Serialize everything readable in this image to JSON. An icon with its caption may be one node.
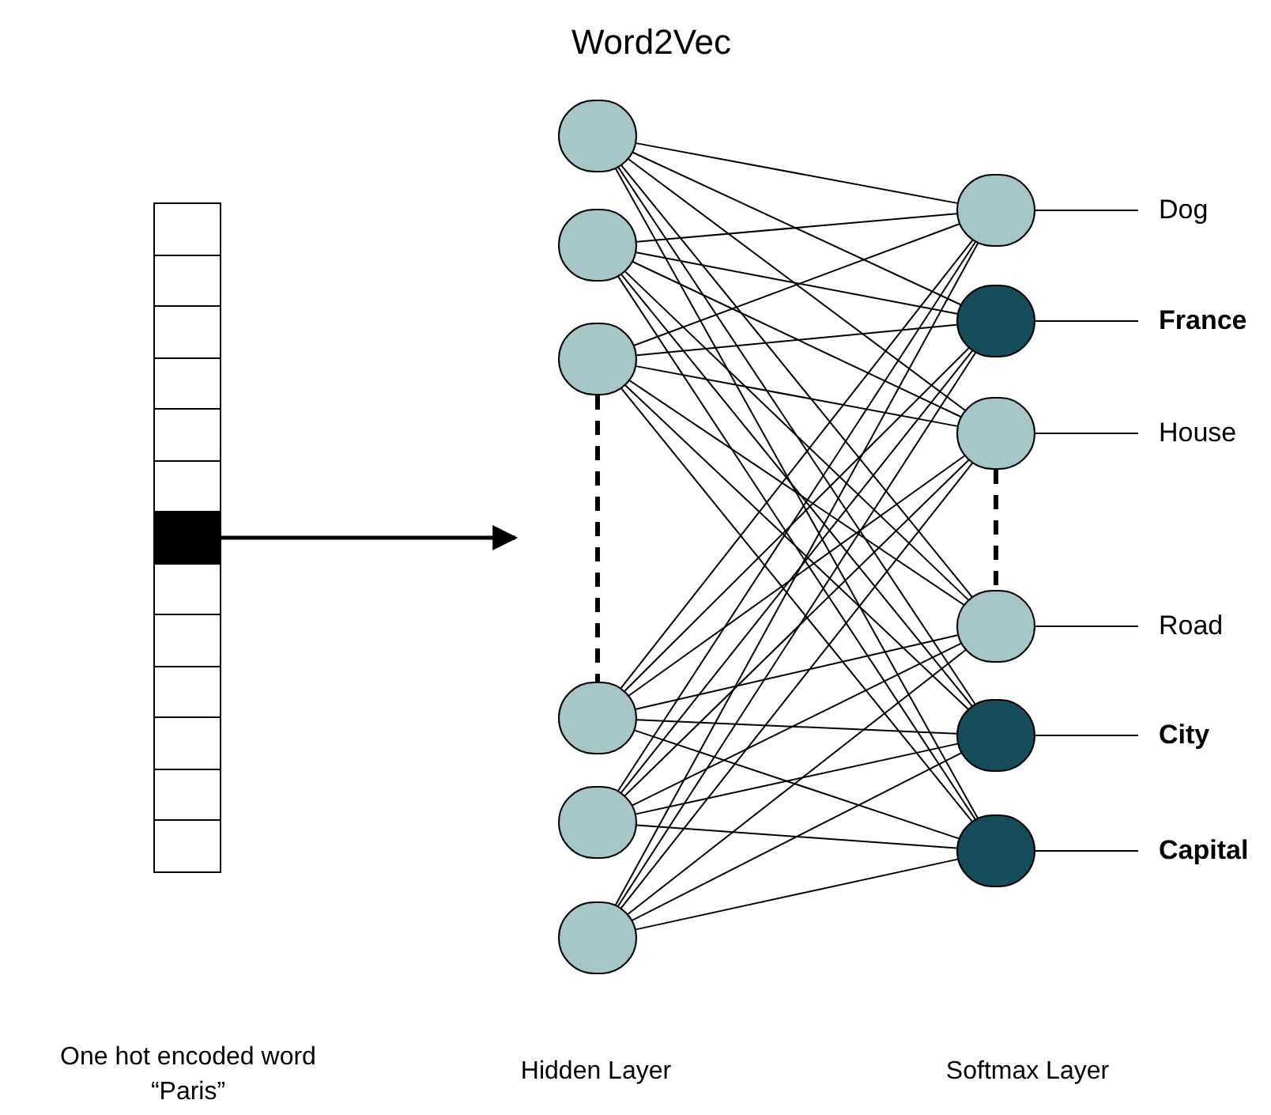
{
  "diagram": {
    "title": "Word2Vec",
    "nodes": [
      {
        "text": [],
        "shape": "bar"
      },
      {
        "text": [],
        "shape": "circle"
      },
      {
        "text": [],
        "shape": "circle"
      },
      {
        "text": [],
        "shape": "circle"
      },
      {
        "text": [],
        "shape": "circle"
      },
      {
        "text": [],
        "shape": "circle"
      },
      {
        "text": [],
        "shape": "circle"
      },
      {
        "text": [],
        "shape": "circle"
      },
      {
        "text": [],
        "shape": "circle"
      },
      {
        "text": [],
        "shape": "circle"
      },
      {
        "text": [],
        "shape": "circle"
      },
      {
        "text": [],
        "shape": "circle"
      },
      {
        "text": [],
        "shape": "circle"
      },
      {
        "text": [
          "Dog"
        ]
      },
      {
        "text": [
          "France"
        ]
      },
      {
        "text": [
          "House"
        ]
      },
      {
        "text": [
          "Road"
        ]
      },
      {
        "text": [
          "City"
        ]
      },
      {
        "text": [
          "Capital"
        ]
      }
    ],
    "edges": [
      {
        "from": 0,
        "to": null,
        "arrow": "to",
        "style": "thick"
      },
      {
        "from": 1,
        "to": 7,
        "arrow": "none"
      },
      {
        "from": 1,
        "to": 8,
        "arrow": "none"
      },
      {
        "from": 1,
        "to": 9,
        "arrow": "none"
      },
      {
        "from": 1,
        "to": 10,
        "arrow": "none"
      },
      {
        "from": 1,
        "to": 11,
        "arrow": "none"
      },
      {
        "from": 1,
        "to": 12,
        "arrow": "none"
      },
      {
        "from": 2,
        "to": 7,
        "arrow": "none"
      },
      {
        "from": 2,
        "to": 8,
        "arrow": "none"
      },
      {
        "from": 2,
        "to": 9,
        "arrow": "none"
      },
      {
        "from": 2,
        "to": 10,
        "arrow": "none"
      },
      {
        "from": 2,
        "to": 11,
        "arrow": "none"
      },
      {
        "from": 2,
        "to": 12,
        "arrow": "none"
      },
      {
        "from": 3,
        "to": 7,
        "arrow": "none"
      },
      {
        "from": 3,
        "to": 8,
        "arrow": "none"
      },
      {
        "from": 3,
        "to": 9,
        "arrow": "none"
      },
      {
        "from": 3,
        "to": 10,
        "arrow": "none"
      },
      {
        "from": 3,
        "to": 11,
        "arrow": "none"
      },
      {
        "from": 3,
        "to": 12,
        "arrow": "none"
      },
      {
        "from": 4,
        "to": 7,
        "arrow": "none"
      },
      {
        "from": 4,
        "to": 8,
        "arrow": "none"
      },
      {
        "from": 4,
        "to": 9,
        "arrow": "none"
      },
      {
        "from": 4,
        "to": 10,
        "arrow": "none"
      },
      {
        "from": 4,
        "to": 11,
        "arrow": "none"
      },
      {
        "from": 4,
        "to": 12,
        "arrow": "none"
      },
      {
        "from": 5,
        "to": 7,
        "arrow": "none"
      },
      {
        "from": 5,
        "to": 8,
        "arrow": "none"
      },
      {
        "from": 5,
        "to": 9,
        "arrow": "none"
      },
      {
        "from": 5,
        "to": 10,
        "arrow": "none"
      },
      {
        "from": 5,
        "to": 11,
        "arrow": "none"
      },
      {
        "from": 5,
        "to": 12,
        "arrow": "none"
      },
      {
        "from": 6,
        "to": 7,
        "arrow": "none"
      },
      {
        "from": 6,
        "to": 8,
        "arrow": "none"
      },
      {
        "from": 6,
        "to": 9,
        "arrow": "none"
      },
      {
        "from": 6,
        "to": 10,
        "arrow": "none"
      },
      {
        "from": 6,
        "to": 11,
        "arrow": "none"
      },
      {
        "from": 6,
        "to": 12,
        "arrow": "none"
      },
      {
        "from": 3,
        "to": 4,
        "arrow": "none",
        "style": "dashed"
      },
      {
        "from": 9,
        "to": 10,
        "arrow": "none",
        "style": "dashed"
      },
      {
        "from": 7,
        "to": 13,
        "arrow": "none"
      },
      {
        "from": 8,
        "to": 14,
        "arrow": "none"
      },
      {
        "from": 9,
        "to": 15,
        "arrow": "none"
      },
      {
        "from": 10,
        "to": 16,
        "arrow": "none"
      },
      {
        "from": 11,
        "to": 17,
        "arrow": "none"
      },
      {
        "from": 12,
        "to": 18,
        "arrow": "none"
      }
    ],
    "labels": [
      "One hot encoded word “Paris”",
      "Hidden Layer",
      "Softmax Layer"
    ]
  }
}
